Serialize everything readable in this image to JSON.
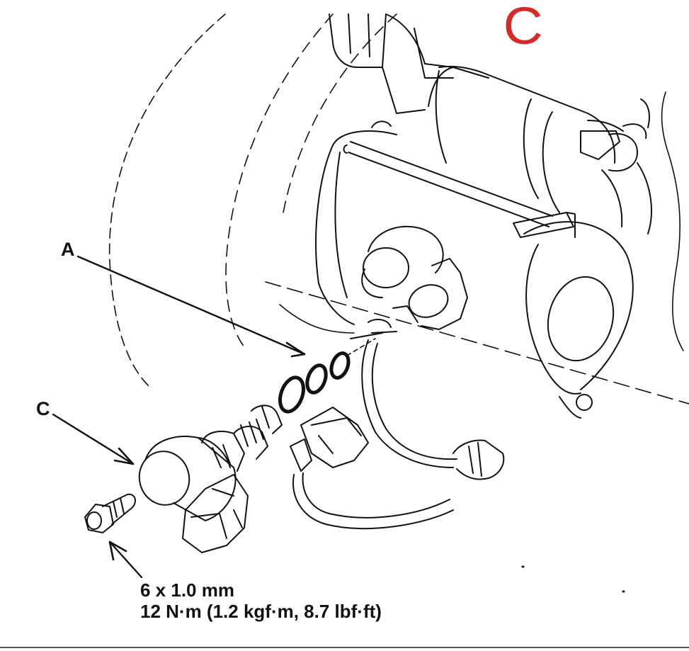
{
  "labels": {
    "a": "A",
    "c": "C"
  },
  "spec": {
    "bolt_size": "6 x 1.0 mm",
    "torque": "12 N·m (1.2 kgf·m, 8.7 lbf·ft)"
  },
  "handwritten_annotation": {
    "text": "C",
    "color": "#d42a2a"
  },
  "colors": {
    "line": "#111111",
    "background": "#ffffff"
  }
}
